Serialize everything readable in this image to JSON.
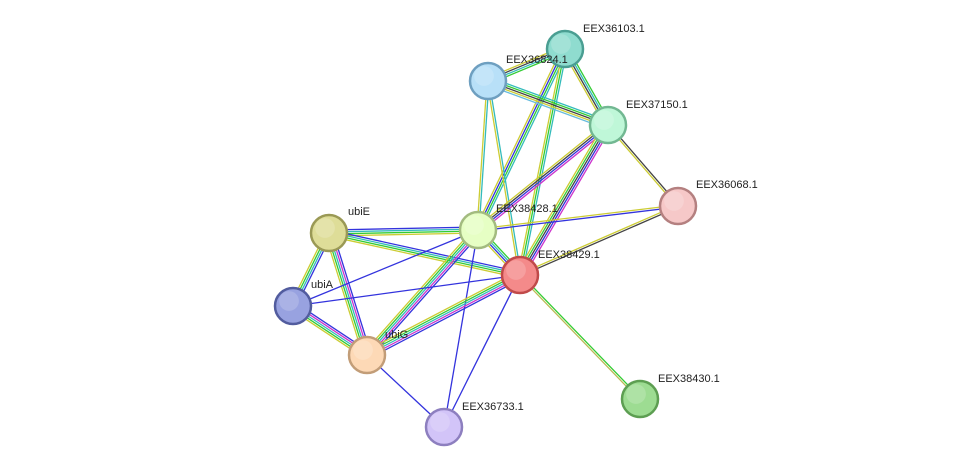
{
  "nodes": [
    {
      "id": "EEX36103.1",
      "label": "EEX36103.1",
      "color": "#8fdccf",
      "stroke": "#4a9e92"
    },
    {
      "id": "EEX36824.1",
      "label": "EEX36824.1",
      "color": "#b8e0f8",
      "stroke": "#6e9fc0"
    },
    {
      "id": "EEX37150.1",
      "label": "EEX37150.1",
      "color": "#bff7d8",
      "stroke": "#72b892"
    },
    {
      "id": "EEX36068.1",
      "label": "EEX36068.1",
      "color": "#f6c8c8",
      "stroke": "#b48080"
    },
    {
      "id": "ubiE",
      "label": "ubiE",
      "color": "#dedd98",
      "stroke": "#9a9955"
    },
    {
      "id": "EEX38428.1",
      "label": "EEX38428.1",
      "color": "#e6ffc4",
      "stroke": "#a3bb80"
    },
    {
      "id": "EEX38429.1",
      "label": "EEX38429.1",
      "color": "#f48a8a",
      "stroke": "#c04a4a"
    },
    {
      "id": "ubiA",
      "label": "ubiA",
      "color": "#98a2e0",
      "stroke": "#525c9e"
    },
    {
      "id": "ubiG",
      "label": "ubiG",
      "color": "#fdd9b6",
      "stroke": "#c29d78"
    },
    {
      "id": "EEX36733.1",
      "label": "EEX36733.1",
      "color": "#d2c4f8",
      "stroke": "#8d7fbf"
    },
    {
      "id": "EEX38430.1",
      "label": "EEX38430.1",
      "color": "#9ddc92",
      "stroke": "#5d9e52"
    }
  ],
  "edge_colors": {
    "blue": "#3333dd",
    "green": "#33cc33",
    "cyan": "#33bbbb",
    "magenta": "#cc33cc",
    "yellow": "#cccc33",
    "olive": "#bbbb55",
    "black": "#444444",
    "lightblue": "#66bbdd"
  },
  "edges": [
    {
      "source": "EEX36103.1",
      "target": "EEX36824.1",
      "colors": [
        "green",
        "cyan",
        "black",
        "yellow"
      ]
    },
    {
      "source": "EEX36103.1",
      "target": "EEX37150.1",
      "colors": [
        "green",
        "cyan",
        "black",
        "yellow"
      ]
    },
    {
      "source": "EEX36103.1",
      "target": "EEX38428.1",
      "colors": [
        "cyan",
        "green",
        "blue",
        "yellow"
      ]
    },
    {
      "source": "EEX36103.1",
      "target": "EEX38429.1",
      "colors": [
        "cyan",
        "green",
        "yellow"
      ]
    },
    {
      "source": "EEX36824.1",
      "target": "EEX37150.1",
      "colors": [
        "cyan",
        "green",
        "black",
        "yellow",
        "lightblue"
      ]
    },
    {
      "source": "EEX36824.1",
      "target": "EEX38428.1",
      "colors": [
        "cyan",
        "yellow"
      ]
    },
    {
      "source": "EEX36824.1",
      "target": "EEX38429.1",
      "colors": [
        "cyan",
        "yellow"
      ]
    },
    {
      "source": "EEX37150.1",
      "target": "EEX36068.1",
      "colors": [
        "black",
        "yellow"
      ]
    },
    {
      "source": "EEX37150.1",
      "target": "EEX38428.1",
      "colors": [
        "magenta",
        "blue",
        "black",
        "yellow"
      ]
    },
    {
      "source": "EEX37150.1",
      "target": "EEX38429.1",
      "colors": [
        "magenta",
        "blue",
        "black",
        "green",
        "yellow"
      ]
    },
    {
      "source": "EEX36068.1",
      "target": "EEX38428.1",
      "colors": [
        "blue",
        "yellow"
      ]
    },
    {
      "source": "EEX36068.1",
      "target": "EEX38429.1",
      "colors": [
        "black",
        "yellow"
      ]
    },
    {
      "source": "ubiE",
      "target": "EEX38428.1",
      "colors": [
        "blue",
        "cyan",
        "green",
        "yellow"
      ]
    },
    {
      "source": "ubiE",
      "target": "EEX38429.1",
      "colors": [
        "blue",
        "cyan",
        "green",
        "yellow"
      ]
    },
    {
      "source": "ubiE",
      "target": "ubiA",
      "colors": [
        "blue",
        "cyan",
        "green",
        "yellow"
      ]
    },
    {
      "source": "ubiE",
      "target": "ubiG",
      "colors": [
        "blue",
        "magenta",
        "cyan",
        "green",
        "yellow"
      ]
    },
    {
      "source": "EEX38428.1",
      "target": "EEX38429.1",
      "colors": [
        "green",
        "cyan",
        "blue",
        "yellow"
      ]
    },
    {
      "source": "EEX38428.1",
      "target": "ubiA",
      "colors": [
        "blue"
      ]
    },
    {
      "source": "EEX38428.1",
      "target": "ubiG",
      "colors": [
        "blue",
        "magenta",
        "cyan",
        "green",
        "yellow"
      ]
    },
    {
      "source": "EEX38428.1",
      "target": "EEX36733.1",
      "colors": [
        "blue"
      ]
    },
    {
      "source": "EEX38429.1",
      "target": "ubiA",
      "colors": [
        "blue"
      ]
    },
    {
      "source": "EEX38429.1",
      "target": "ubiG",
      "colors": [
        "blue",
        "magenta",
        "cyan",
        "green",
        "yellow"
      ]
    },
    {
      "source": "EEX38429.1",
      "target": "EEX36733.1",
      "colors": [
        "blue"
      ]
    },
    {
      "source": "EEX38429.1",
      "target": "EEX38430.1",
      "colors": [
        "green",
        "olive"
      ]
    },
    {
      "source": "ubiA",
      "target": "ubiG",
      "colors": [
        "blue",
        "magenta",
        "cyan",
        "green",
        "yellow"
      ]
    },
    {
      "source": "ubiG",
      "target": "EEX36733.1",
      "colors": [
        "blue"
      ]
    }
  ]
}
